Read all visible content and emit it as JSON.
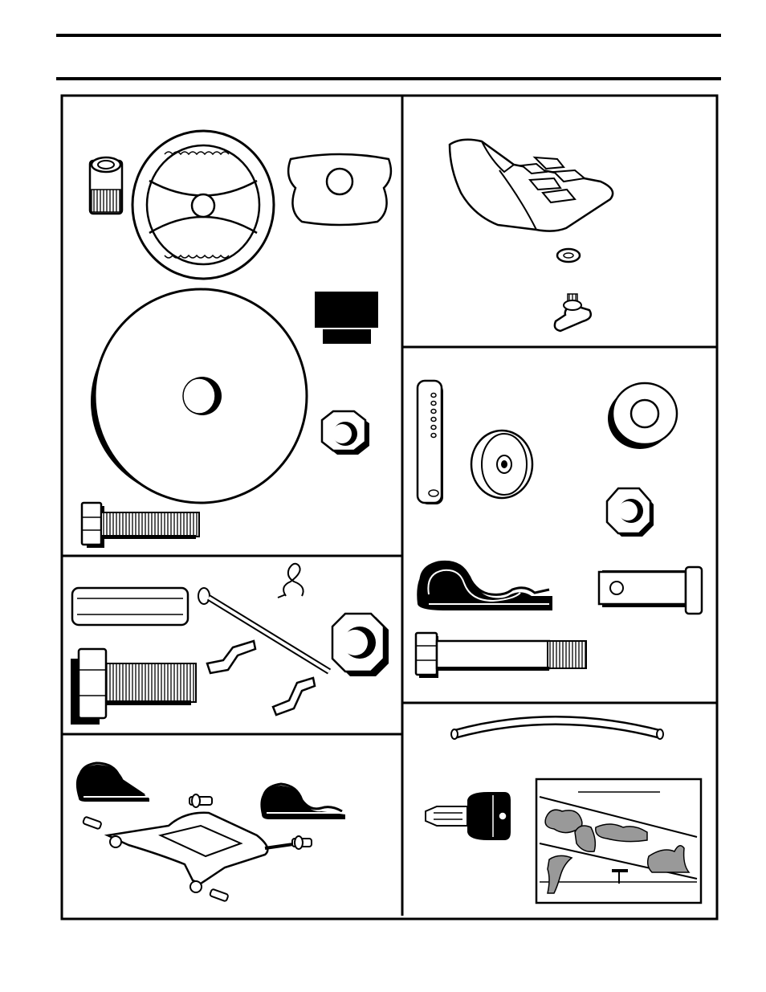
{
  "page": {
    "header_text": "",
    "footer_text": ""
  },
  "panels": [
    {
      "id": "steering-wheel-parts",
      "parts": [
        "steering-adapter",
        "steering-wheel",
        "steering-wheel-cap",
        "large-washer",
        "square-insert",
        "lock-nut",
        "hex-bolt"
      ]
    },
    {
      "id": "seat-parts",
      "parts": [
        "seat",
        "shoulder-washer",
        "seat-knob"
      ]
    },
    {
      "id": "gauge-wheel-parts",
      "parts": [
        "gauge-wheel-bracket",
        "gauge-wheel",
        "flat-washer",
        "hex-nut",
        "hairpin-cotter",
        "clevis-pin",
        "shoulder-bolt"
      ]
    },
    {
      "id": "linkage-parts",
      "parts": [
        "spacer",
        "lift-rod",
        "retainer-clip",
        "bracket",
        "large-hex-nut",
        "carriage-bolt"
      ]
    },
    {
      "id": "mount-parts",
      "parts": [
        "hairpin-cotter",
        "deck-mount-plate",
        "thumb-screws"
      ]
    },
    {
      "id": "misc-parts",
      "parts": [
        "fuel-hose",
        "ignition-key",
        "slope-gauge"
      ]
    }
  ],
  "slope_gauge": {
    "title": ""
  }
}
